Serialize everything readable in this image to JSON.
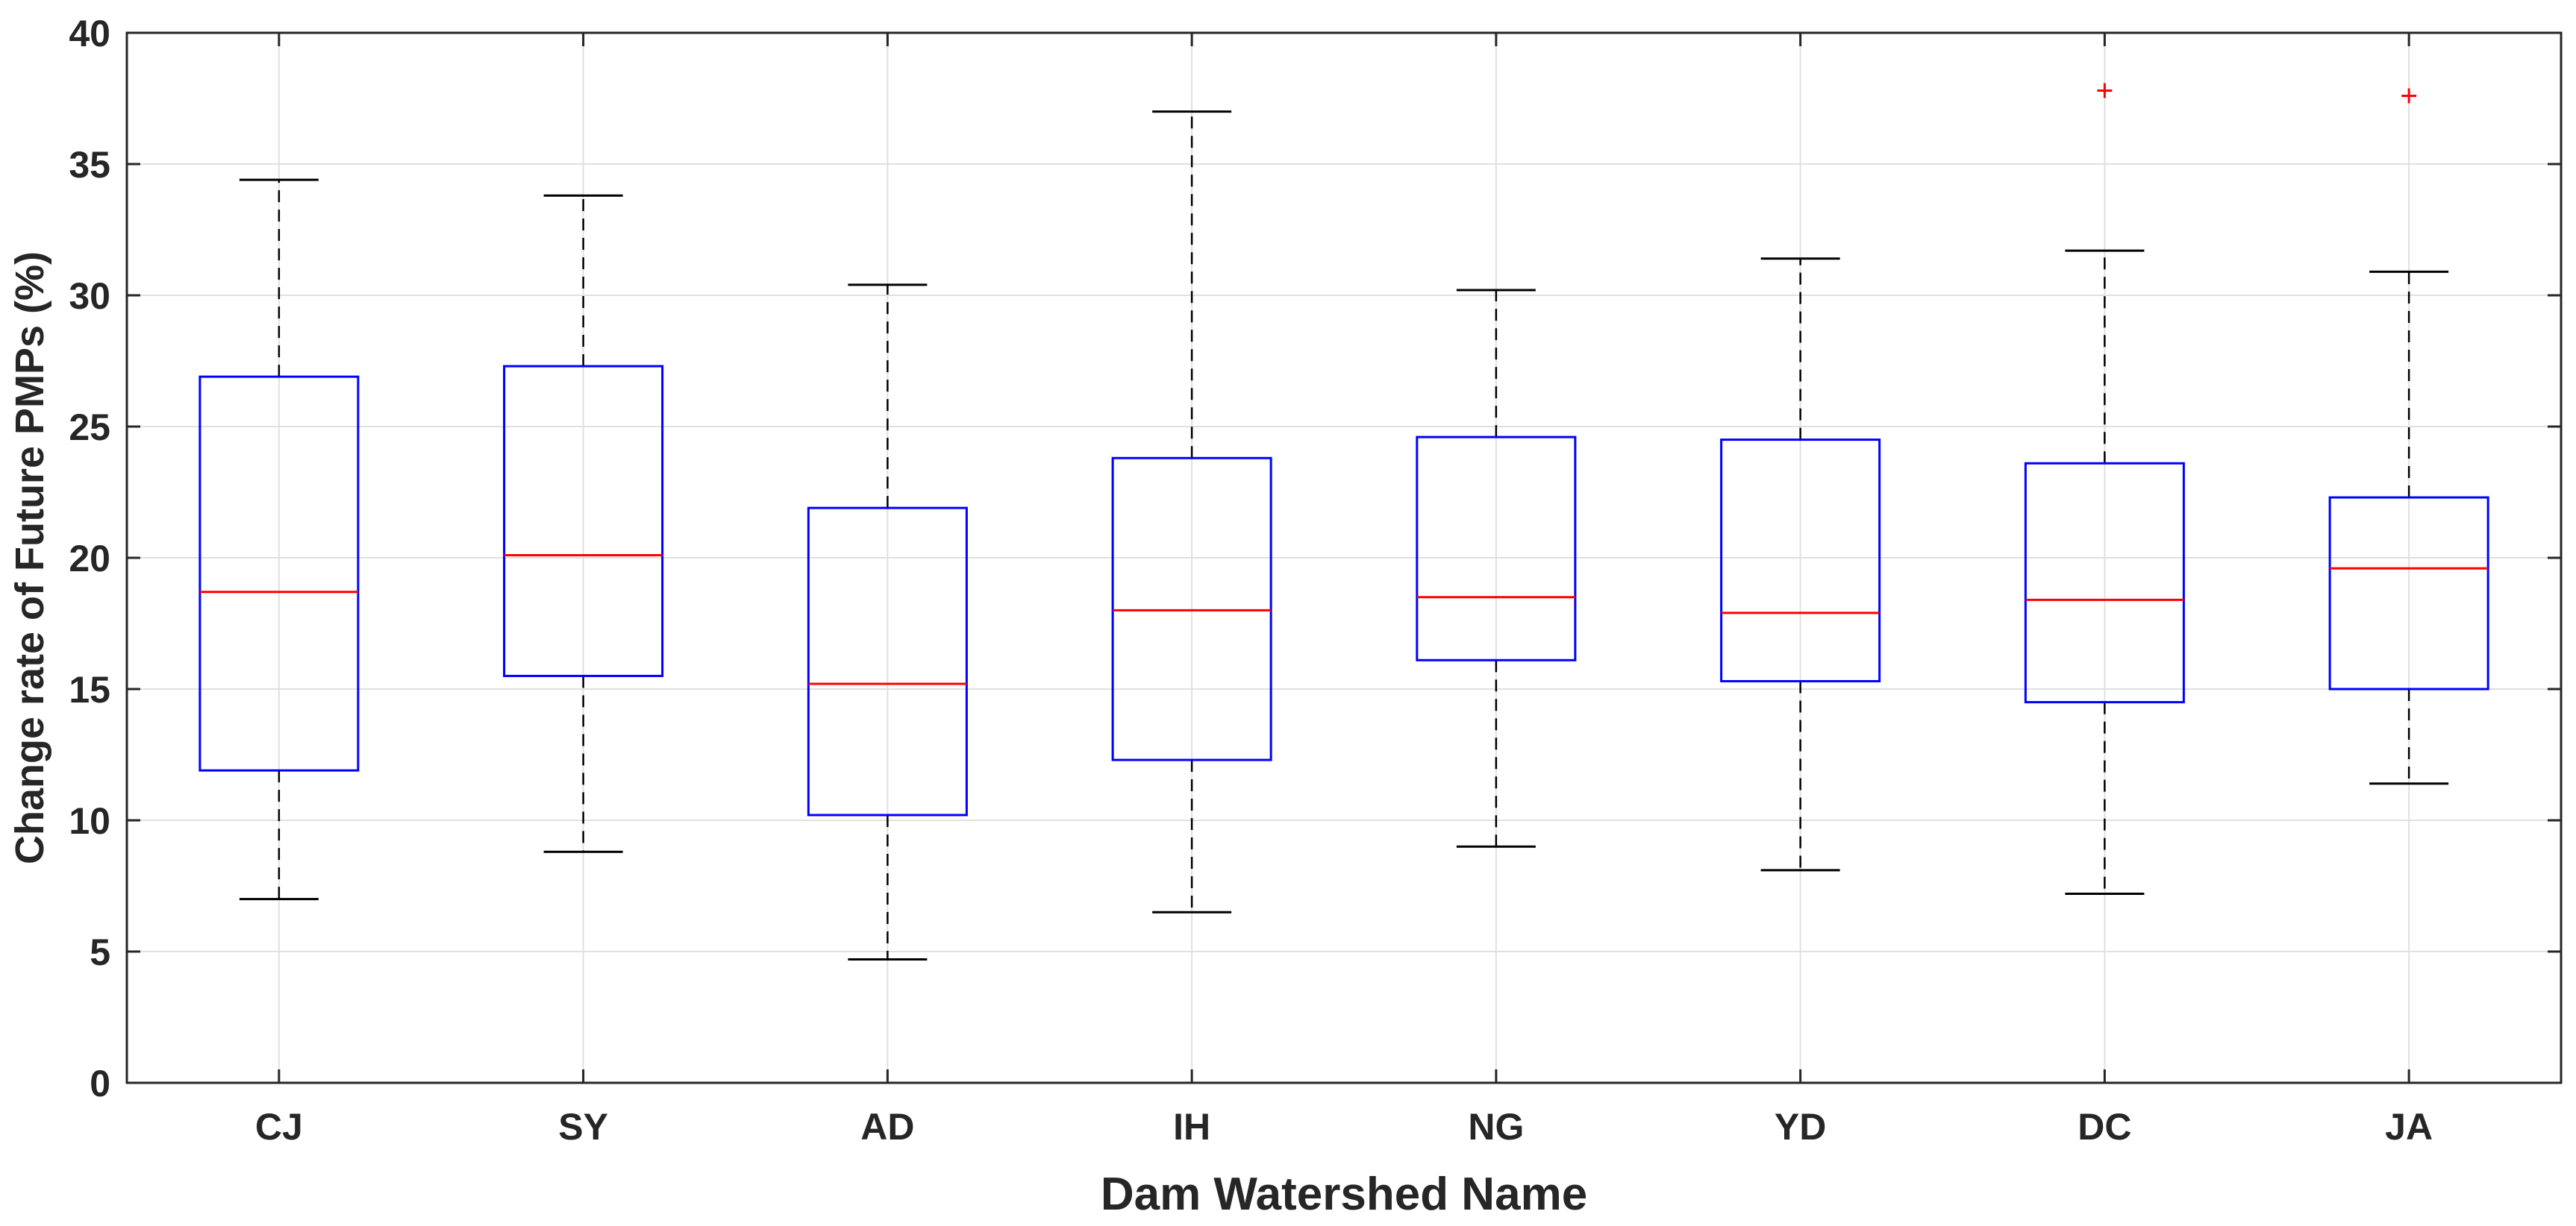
{
  "chart_data": {
    "type": "boxplot",
    "xlabel": "Dam Watershed Name",
    "ylabel": "Change rate of Future PMPs (%)",
    "ylim": [
      0,
      40
    ],
    "yticks": [
      0,
      5,
      10,
      15,
      20,
      25,
      30,
      35,
      40
    ],
    "grid": true,
    "categories": [
      "CJ",
      "SY",
      "AD",
      "IH",
      "NG",
      "YD",
      "DC",
      "JA"
    ],
    "boxes": [
      {
        "category": "CJ",
        "min": 7.0,
        "q1": 11.9,
        "median": 18.7,
        "q3": 26.9,
        "max": 34.4,
        "outliers": []
      },
      {
        "category": "SY",
        "min": 8.8,
        "q1": 15.5,
        "median": 20.1,
        "q3": 27.3,
        "max": 33.8,
        "outliers": []
      },
      {
        "category": "AD",
        "min": 4.7,
        "q1": 10.2,
        "median": 15.2,
        "q3": 21.9,
        "max": 30.4,
        "outliers": []
      },
      {
        "category": "IH",
        "min": 6.5,
        "q1": 12.3,
        "median": 18.0,
        "q3": 23.8,
        "max": 37.0,
        "outliers": []
      },
      {
        "category": "NG",
        "min": 9.0,
        "q1": 16.1,
        "median": 18.5,
        "q3": 24.6,
        "max": 30.2,
        "outliers": []
      },
      {
        "category": "YD",
        "min": 8.1,
        "q1": 15.3,
        "median": 17.9,
        "q3": 24.5,
        "max": 31.4,
        "outliers": []
      },
      {
        "category": "DC",
        "min": 7.2,
        "q1": 14.5,
        "median": 18.4,
        "q3": 23.6,
        "max": 31.7,
        "outliers": [
          37.8
        ]
      },
      {
        "category": "JA",
        "min": 11.4,
        "q1": 15.0,
        "median": 19.6,
        "q3": 22.3,
        "max": 30.9,
        "outliers": [
          37.6
        ]
      }
    ]
  },
  "colors": {
    "box": "#0000ff",
    "median": "#ff0000",
    "whisker": "#000000",
    "outlier": "#ff0000",
    "grid": "#e0e0e0",
    "axis": "#262626"
  }
}
